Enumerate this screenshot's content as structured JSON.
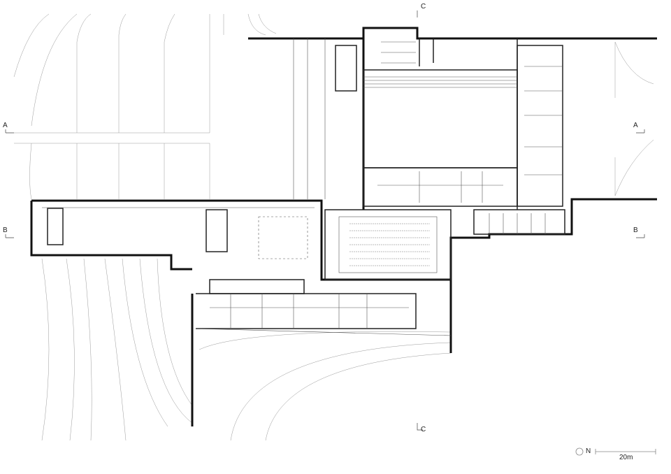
{
  "section_markers": {
    "a_left": "A",
    "a_right": "A",
    "b_left": "B",
    "b_right": "B",
    "c_top": "C",
    "c_bottom": "C"
  },
  "north": {
    "label": "N"
  },
  "scale_bar": {
    "label": "20m"
  }
}
